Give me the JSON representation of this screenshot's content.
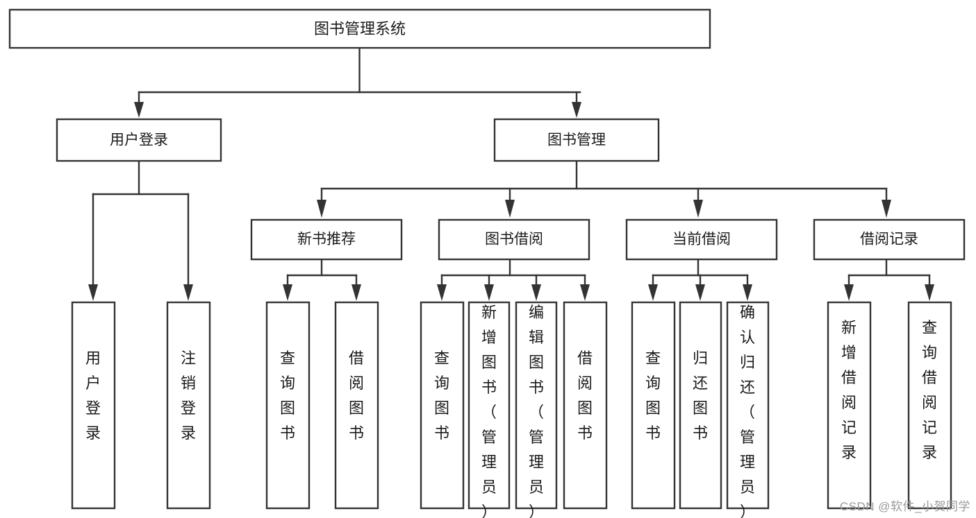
{
  "diagram": {
    "type": "tree-hierarchy-chart",
    "title": "图书管理系统",
    "watermark": "CSDN @软件_小贺同学",
    "colors": {
      "box_stroke": "#333333",
      "box_fill": "#ffffff",
      "text": "#1a1a1a",
      "watermark": "#9a9a9a",
      "background": "#ffffff"
    },
    "levels": {
      "level0": "root",
      "level1": "modules",
      "level2": "submodules",
      "level3": "functions"
    },
    "nodes": {
      "root": {
        "label": "图书管理系统"
      },
      "user_login": {
        "label": "用户登录"
      },
      "book_manage": {
        "label": "图书管理"
      },
      "new_book_rec": {
        "label": "新书推荐"
      },
      "book_borrow": {
        "label": "图书借阅"
      },
      "current_borrow": {
        "label": "当前借阅"
      },
      "borrow_record": {
        "label": "借阅记录"
      },
      "leaf_user_login": {
        "label": "用户登录"
      },
      "leaf_logout": {
        "label": "注销登录"
      },
      "leaf_query_book_1": {
        "label": "查询图书"
      },
      "leaf_borrow_book_1": {
        "label": "借阅图书"
      },
      "leaf_query_book_2": {
        "label": "查询图书"
      },
      "leaf_add_book": {
        "label": "新增图书（管理员）"
      },
      "leaf_edit_book": {
        "label": "编辑图书（管理员）"
      },
      "leaf_borrow_book_2": {
        "label": "借阅图书"
      },
      "leaf_query_book_3": {
        "label": "查询图书"
      },
      "leaf_return_book": {
        "label": "归还图书"
      },
      "leaf_confirm_return": {
        "label": "确认归还（管理员）"
      },
      "leaf_add_record": {
        "label": "新增借阅记录"
      },
      "leaf_query_record": {
        "label": "查询借阅记录"
      }
    },
    "edges": [
      {
        "from": "root",
        "to": "user_login"
      },
      {
        "from": "root",
        "to": "book_manage"
      },
      {
        "from": "user_login",
        "to": "leaf_user_login"
      },
      {
        "from": "user_login",
        "to": "leaf_logout"
      },
      {
        "from": "book_manage",
        "to": "new_book_rec"
      },
      {
        "from": "book_manage",
        "to": "book_borrow"
      },
      {
        "from": "book_manage",
        "to": "current_borrow"
      },
      {
        "from": "book_manage",
        "to": "borrow_record"
      },
      {
        "from": "new_book_rec",
        "to": "leaf_query_book_1"
      },
      {
        "from": "new_book_rec",
        "to": "leaf_borrow_book_1"
      },
      {
        "from": "book_borrow",
        "to": "leaf_query_book_2"
      },
      {
        "from": "book_borrow",
        "to": "leaf_add_book"
      },
      {
        "from": "book_borrow",
        "to": "leaf_edit_book"
      },
      {
        "from": "book_borrow",
        "to": "leaf_borrow_book_2"
      },
      {
        "from": "current_borrow",
        "to": "leaf_query_book_3"
      },
      {
        "from": "current_borrow",
        "to": "leaf_return_book"
      },
      {
        "from": "current_borrow",
        "to": "leaf_confirm_return"
      },
      {
        "from": "borrow_record",
        "to": "leaf_add_record"
      },
      {
        "from": "borrow_record",
        "to": "leaf_query_record"
      }
    ]
  }
}
